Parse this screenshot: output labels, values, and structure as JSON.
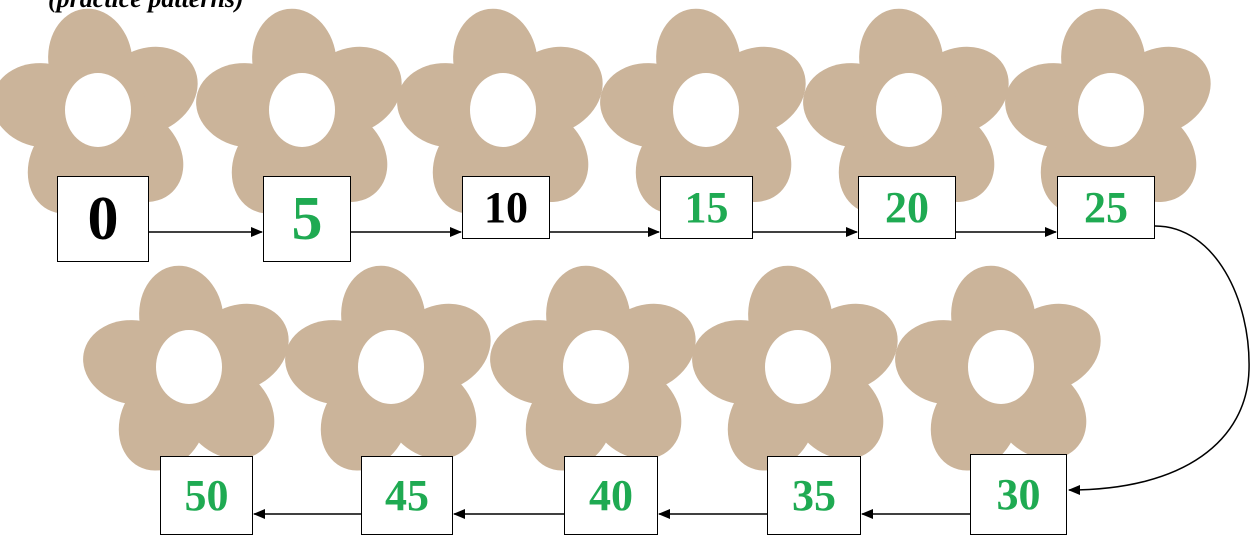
{
  "header": {
    "text": "(practice patterns)"
  },
  "colors": {
    "petal": "#cbb49a",
    "center": "#ffffff",
    "arrow": "#000000",
    "box_border": "#000000",
    "black_number": "#000000",
    "green_number": "#1faa52"
  },
  "icons": {
    "flower": "flower-icon",
    "arrow": "arrow-right-icon"
  },
  "sequence": {
    "row1": [
      {
        "label": "0",
        "color": "black"
      },
      {
        "label": "5",
        "color": "green"
      },
      {
        "label": "10",
        "color": "black"
      },
      {
        "label": "15",
        "color": "green"
      },
      {
        "label": "20",
        "color": "green"
      },
      {
        "label": "25",
        "color": "green"
      }
    ],
    "row2": [
      {
        "label": "50",
        "color": "green"
      },
      {
        "label": "45",
        "color": "green"
      },
      {
        "label": "40",
        "color": "green"
      },
      {
        "label": "35",
        "color": "green"
      },
      {
        "label": "30",
        "color": "green"
      }
    ]
  }
}
